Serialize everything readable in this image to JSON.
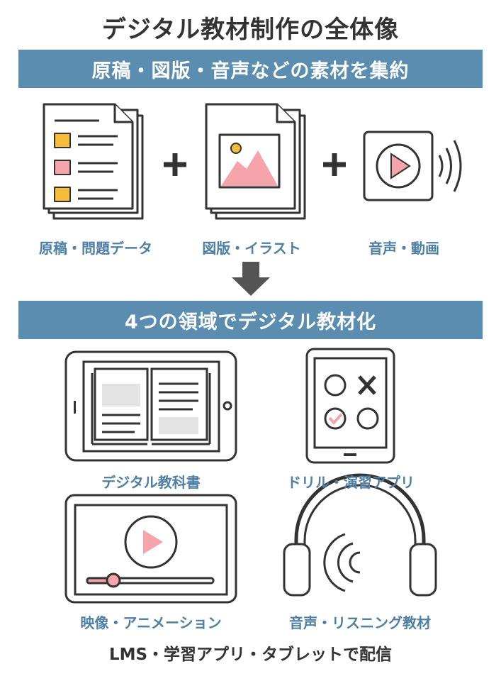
{
  "title": "デジタル教材制作の全体像",
  "banner_top": "原稿・図版・音声などの素材を集約",
  "banner_mid": "4つの領域でデジタル教材化",
  "materials": [
    {
      "label": "原稿・問題データ",
      "icon": "document-icon"
    },
    {
      "label": "図版・イラスト",
      "icon": "image-icon"
    },
    {
      "label": "音声・動画",
      "icon": "media-player-icon"
    }
  ],
  "areas": [
    {
      "label": "デジタル教科書",
      "icon": "tablet-book-icon"
    },
    {
      "label": "ドリル・演習アプリ",
      "icon": "phone-quiz-icon"
    },
    {
      "label": "映像・アニメーション",
      "icon": "video-player-icon"
    },
    {
      "label": "音声・リスニング教材",
      "icon": "headphones-icon"
    }
  ],
  "footer": "LMS・学習アプリ・タブレットで配信",
  "colors": {
    "banner": "#5a8db0",
    "label": "#4f7fa3",
    "yellow": "#f5bd3a",
    "pink": "#f4a4aa",
    "stroke": "#333333"
  }
}
